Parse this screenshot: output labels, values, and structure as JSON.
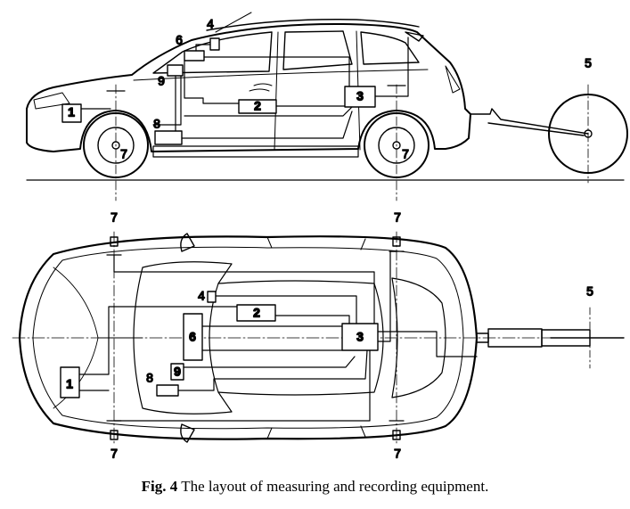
{
  "caption": {
    "prefix": "Fig. 4",
    "text": "The layout of measuring and recording equipment."
  },
  "side_view": {
    "box_labels": [
      "1",
      "2",
      "3",
      "8",
      "9"
    ],
    "callouts": [
      "4",
      "6",
      "5",
      "7",
      "7"
    ]
  },
  "top_view": {
    "box_labels": [
      "1",
      "2",
      "3",
      "6",
      "9"
    ],
    "callouts": [
      "4",
      "8",
      "5",
      "7",
      "7",
      "7",
      "7"
    ]
  },
  "colors": {
    "line": "#000000",
    "background": "#ffffff"
  }
}
